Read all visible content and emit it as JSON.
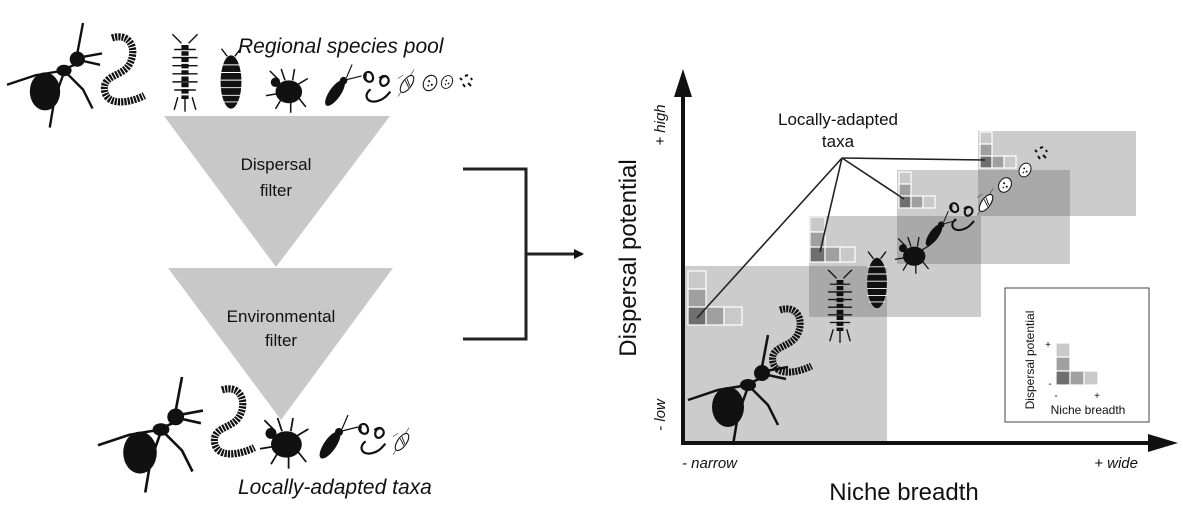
{
  "left_panel": {
    "top_label": "Regional species pool",
    "filter1": [
      "Dispersal",
      "filter"
    ],
    "filter2": [
      "Environmental",
      "filter"
    ],
    "bottom_label": "Locally-adapted taxa",
    "pool_taxa": [
      "ant",
      "earthworm",
      "centipede",
      "woodlouse",
      "mite",
      "springtail",
      "nematodes",
      "ciliate",
      "protists",
      "bacteria"
    ],
    "local_taxa": [
      "ant",
      "earthworm",
      "mite",
      "springtail",
      "nematodes",
      "ciliate"
    ]
  },
  "right_panel": {
    "y_axis_label": "Dispersal potential",
    "y_high": "+ high",
    "y_low": "- low",
    "x_axis_label": "Niche breadth",
    "x_low": "- narrow",
    "x_high": "+ wide",
    "callout": [
      "Locally-adapted",
      "taxa"
    ],
    "groups": [
      {
        "taxa": [
          "ant",
          "earthworm"
        ]
      },
      {
        "taxa": [
          "centipede",
          "woodlouse"
        ]
      },
      {
        "taxa": [
          "mite",
          "springtail",
          "nematodes"
        ]
      },
      {
        "taxa": [
          "ciliate",
          "protists",
          "bacteria"
        ]
      }
    ],
    "legend": {
      "y_label": "Dispersal potential",
      "x_label": "Niche breadth",
      "plus": "+",
      "minus": "-"
    }
  },
  "colors": {
    "box": "#cccccc",
    "overlap": "#a9a9a9",
    "filter": "#c8c8c8",
    "cell_dark": "#6f6f6f",
    "cell_mid": "#a0a0a0",
    "cell_light": "#c9c9c9",
    "ink": "#111111"
  }
}
